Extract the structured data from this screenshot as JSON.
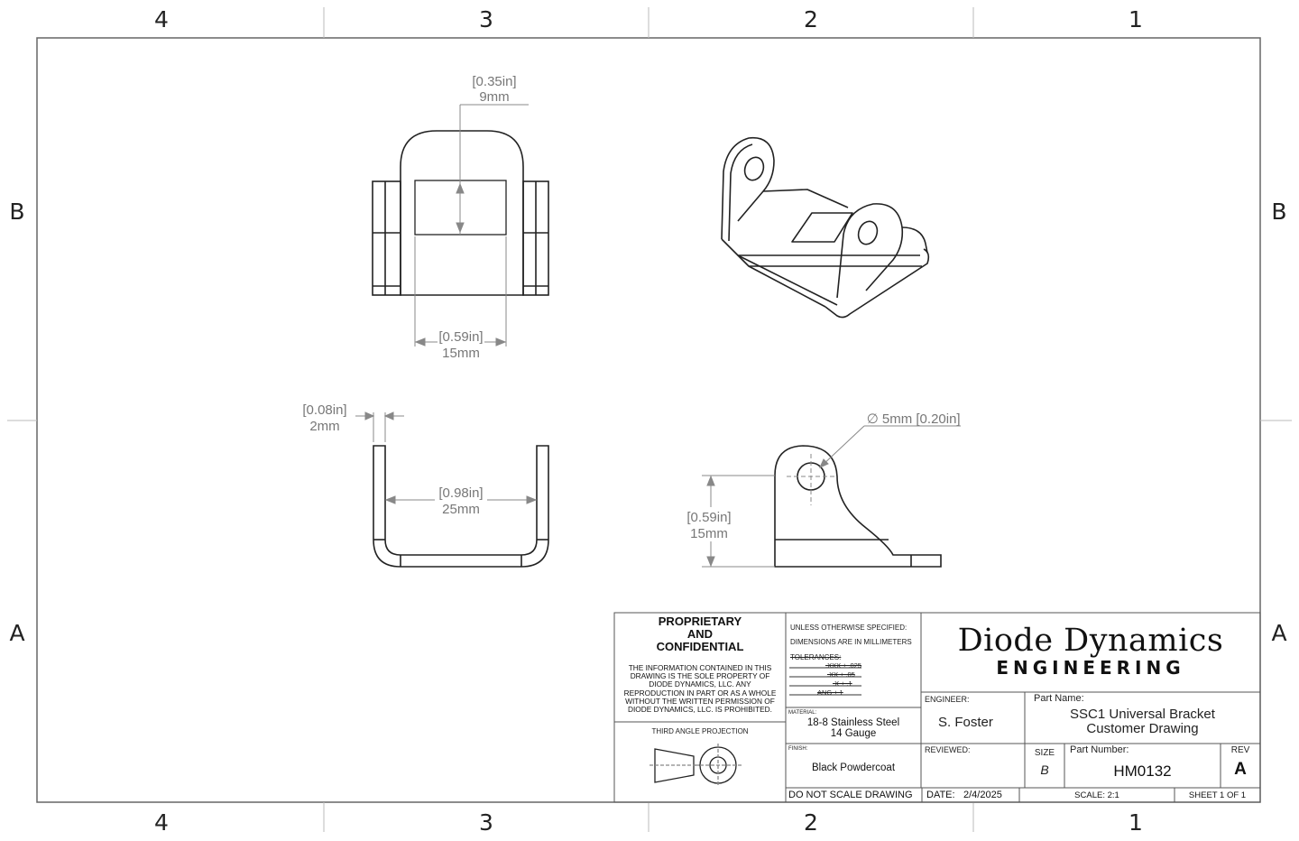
{
  "sheet": {
    "zones_top": [
      "4",
      "3",
      "2",
      "1"
    ],
    "zones_bottom": [
      "4",
      "3",
      "2",
      "1"
    ],
    "zones_left": [
      "B",
      "A"
    ],
    "zones_right": [
      "B",
      "A"
    ]
  },
  "dimensions": {
    "top_slot_height": {
      "in": "[0.35in]",
      "mm": "9mm"
    },
    "top_slot_width": {
      "in": "[0.59in]",
      "mm": "15mm"
    },
    "thickness": {
      "in": "[0.08in]",
      "mm": "2mm"
    },
    "inner_width": {
      "in": "[0.98in]",
      "mm": "25mm"
    },
    "hole_height": {
      "in": "[0.59in]",
      "mm": "15mm"
    },
    "hole_diameter": {
      "text": "∅ 5mm",
      "in": "[0.20in]"
    }
  },
  "title_block": {
    "proprietary": {
      "heading": [
        "PROPRIETARY",
        "AND",
        "CONFIDENTIAL"
      ],
      "body": [
        "THE INFORMATION CONTAINED IN THIS",
        "DRAWING IS THE SOLE PROPERTY OF",
        "DIODE DYNAMICS, LLC. ANY",
        "REPRODUCTION IN PART OR AS A WHOLE",
        "WITHOUT THE WRITTEN PERMISSION OF",
        "DIODE DYNAMICS, LLC. IS PROHIBITED."
      ]
    },
    "projection_label": "THIRD ANGLE PROJECTION",
    "unless_specified": [
      "UNLESS OTHERWISE SPECIFIED:",
      "DIMENSIONS ARE IN MILLIMETERS"
    ],
    "tolerances": {
      "label": "TOLERANCES:",
      "lines": [
        ".XXX ± .025",
        ".XX ± .05",
        ".X ± .1",
        "ANG ± 1"
      ]
    },
    "material": {
      "label": "MATERIAL:",
      "lines": [
        "18-8 Stainless Steel",
        "14 Gauge"
      ]
    },
    "finish": {
      "label": "FINISH:",
      "value": "Black Powdercoat"
    },
    "do_not_scale": "DO NOT SCALE DRAWING",
    "company": {
      "line1": "Diode Dynamics",
      "line2": "ENGINEERING"
    },
    "engineer": {
      "label": "ENGINEER:",
      "value": "S. Foster"
    },
    "reviewed": {
      "label": "REVIEWED:",
      "value": ""
    },
    "part_name": {
      "label": "Part Name:",
      "lines": [
        "SSC1 Universal Bracket",
        "Customer Drawing"
      ]
    },
    "size": {
      "label": "SIZE",
      "value": "B"
    },
    "part_number": {
      "label": "Part Number:",
      "value": "HM0132"
    },
    "rev": {
      "label": "REV",
      "value": "A"
    },
    "date": {
      "label": "DATE:",
      "value": "2/4/2025"
    },
    "scale": "SCALE: 2:1",
    "sheet": "SHEET 1 OF 1"
  }
}
